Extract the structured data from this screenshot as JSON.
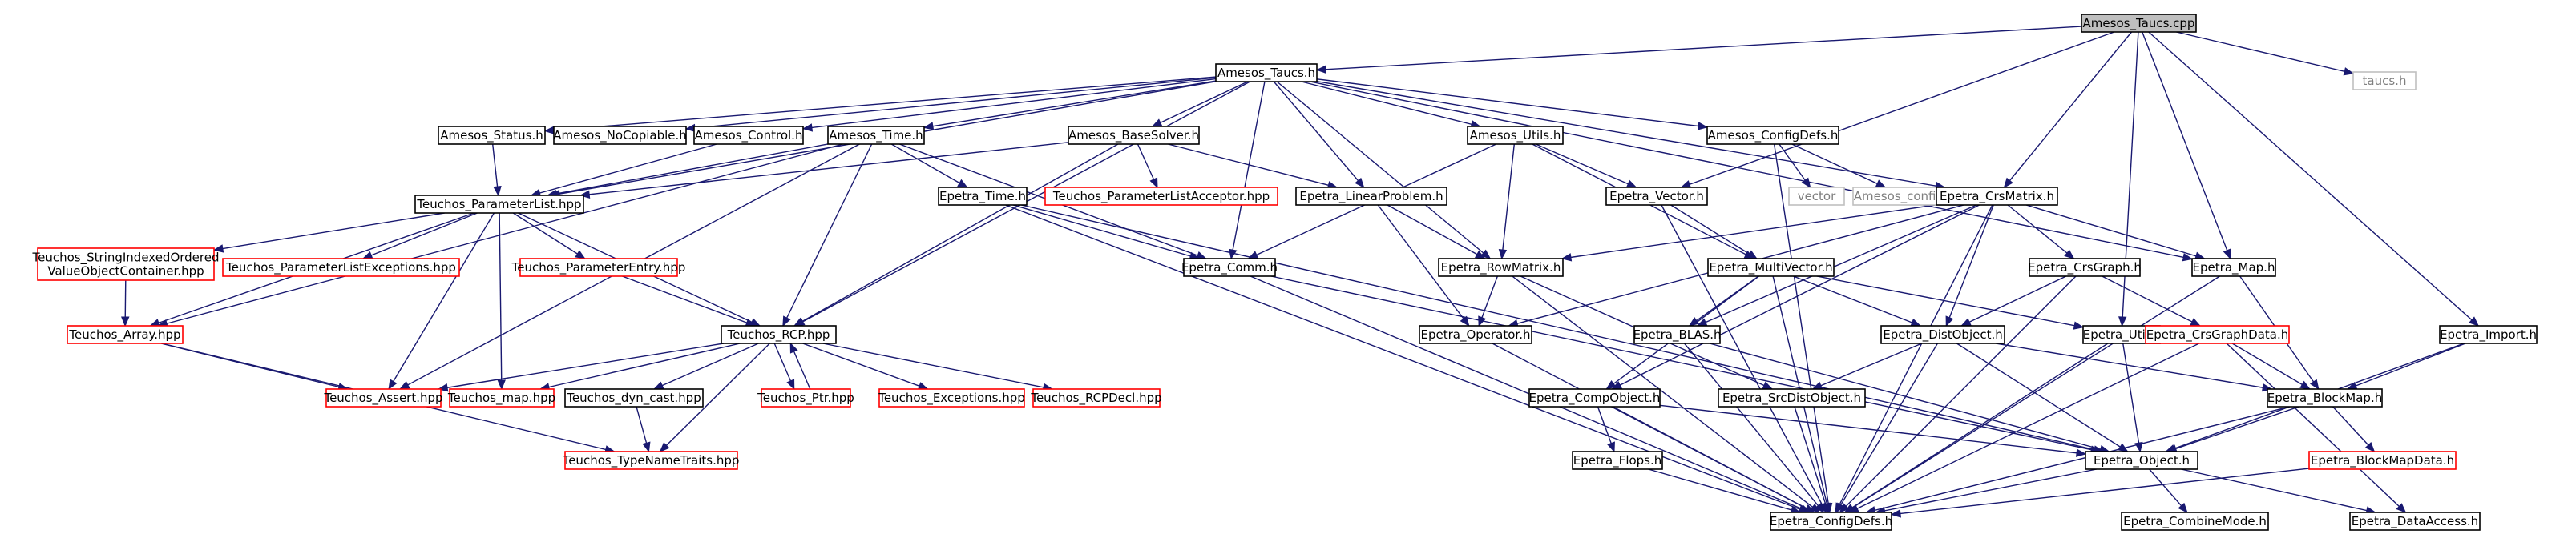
{
  "nodes": [
    {
      "id": "root",
      "style": "root",
      "lines": [
        "Amesos_Taucs.cpp"
      ]
    },
    {
      "id": "amesos_taucs_h",
      "style": "black",
      "lines": [
        "Amesos_Taucs.h"
      ]
    },
    {
      "id": "taucs_h",
      "style": "gray",
      "lines": [
        "taucs.h"
      ]
    },
    {
      "id": "amesos_status",
      "style": "black",
      "lines": [
        "Amesos_Status.h"
      ]
    },
    {
      "id": "amesos_nocopiable",
      "style": "black",
      "lines": [
        "Amesos_NoCopiable.h"
      ]
    },
    {
      "id": "amesos_control",
      "style": "black",
      "lines": [
        "Amesos_Control.h"
      ]
    },
    {
      "id": "amesos_time",
      "style": "black",
      "lines": [
        "Amesos_Time.h"
      ]
    },
    {
      "id": "amesos_basesolver",
      "style": "black",
      "lines": [
        "Amesos_BaseSolver.h"
      ]
    },
    {
      "id": "amesos_utils",
      "style": "black",
      "lines": [
        "Amesos_Utils.h"
      ]
    },
    {
      "id": "amesos_configdefs",
      "style": "black",
      "lines": [
        "Amesos_ConfigDefs.h"
      ]
    },
    {
      "id": "teuchos_parameterlist",
      "style": "black",
      "lines": [
        "Teuchos_ParameterList.hpp"
      ]
    },
    {
      "id": "epetra_time",
      "style": "black",
      "lines": [
        "Epetra_Time.h"
      ]
    },
    {
      "id": "teuchos_placceptor",
      "style": "red",
      "lines": [
        "Teuchos_ParameterListAcceptor.hpp"
      ]
    },
    {
      "id": "epetra_linearproblem",
      "style": "black",
      "lines": [
        "Epetra_LinearProblem.h"
      ]
    },
    {
      "id": "epetra_vector",
      "style": "black",
      "lines": [
        "Epetra_Vector.h"
      ]
    },
    {
      "id": "vector",
      "style": "gray",
      "lines": [
        "vector"
      ]
    },
    {
      "id": "amesos_config",
      "style": "gray",
      "lines": [
        "Amesos_config.h"
      ]
    },
    {
      "id": "epetra_crsmatrix",
      "style": "black",
      "lines": [
        "Epetra_CrsMatrix.h"
      ]
    },
    {
      "id": "teuchos_sivoc",
      "style": "red",
      "lines": [
        "Teuchos_StringIndexedOrdered",
        "ValueObjectContainer.hpp"
      ]
    },
    {
      "id": "teuchos_plexceptions",
      "style": "red",
      "lines": [
        "Teuchos_ParameterListExceptions.hpp"
      ]
    },
    {
      "id": "teuchos_parameterentry",
      "style": "red",
      "lines": [
        "Teuchos_ParameterEntry.hpp"
      ]
    },
    {
      "id": "epetra_comm",
      "style": "black",
      "lines": [
        "Epetra_Comm.h"
      ]
    },
    {
      "id": "epetra_rowmatrix",
      "style": "black",
      "lines": [
        "Epetra_RowMatrix.h"
      ]
    },
    {
      "id": "epetra_multivector",
      "style": "black",
      "lines": [
        "Epetra_MultiVector.h"
      ]
    },
    {
      "id": "epetra_crsgraph",
      "style": "black",
      "lines": [
        "Epetra_CrsGraph.h"
      ]
    },
    {
      "id": "epetra_map",
      "style": "black",
      "lines": [
        "Epetra_Map.h"
      ]
    },
    {
      "id": "teuchos_array",
      "style": "red",
      "lines": [
        "Teuchos_Array.hpp"
      ]
    },
    {
      "id": "teuchos_rcp",
      "style": "black",
      "lines": [
        "Teuchos_RCP.hpp"
      ]
    },
    {
      "id": "epetra_operator",
      "style": "black",
      "lines": [
        "Epetra_Operator.h"
      ]
    },
    {
      "id": "epetra_blas",
      "style": "black",
      "lines": [
        "Epetra_BLAS.h"
      ]
    },
    {
      "id": "epetra_distobject",
      "style": "black",
      "lines": [
        "Epetra_DistObject.h"
      ]
    },
    {
      "id": "epetra_util",
      "style": "black",
      "lines": [
        "Epetra_Util.h"
      ]
    },
    {
      "id": "epetra_crsgraphdata",
      "style": "red",
      "lines": [
        "Epetra_CrsGraphData.h"
      ]
    },
    {
      "id": "epetra_import",
      "style": "black",
      "lines": [
        "Epetra_Import.h"
      ]
    },
    {
      "id": "teuchos_assert",
      "style": "red",
      "lines": [
        "Teuchos_Assert.hpp"
      ]
    },
    {
      "id": "teuchos_map",
      "style": "red",
      "lines": [
        "Teuchos_map.hpp"
      ]
    },
    {
      "id": "teuchos_dyncast",
      "style": "black",
      "lines": [
        "Teuchos_dyn_cast.hpp"
      ]
    },
    {
      "id": "teuchos_ptr",
      "style": "red",
      "lines": [
        "Teuchos_Ptr.hpp"
      ]
    },
    {
      "id": "teuchos_exceptions",
      "style": "red",
      "lines": [
        "Teuchos_Exceptions.hpp"
      ]
    },
    {
      "id": "teuchos_rcpdecl",
      "style": "red",
      "lines": [
        "Teuchos_RCPDecl.hpp"
      ]
    },
    {
      "id": "epetra_compobject",
      "style": "black",
      "lines": [
        "Epetra_CompObject.h"
      ]
    },
    {
      "id": "epetra_srcdistobject",
      "style": "black",
      "lines": [
        "Epetra_SrcDistObject.h"
      ]
    },
    {
      "id": "epetra_blockmap",
      "style": "black",
      "lines": [
        "Epetra_BlockMap.h"
      ]
    },
    {
      "id": "teuchos_typenametraits",
      "style": "red",
      "lines": [
        "Teuchos_TypeNameTraits.hpp"
      ]
    },
    {
      "id": "epetra_flops",
      "style": "black",
      "lines": [
        "Epetra_Flops.h"
      ]
    },
    {
      "id": "epetra_object",
      "style": "black",
      "lines": [
        "Epetra_Object.h"
      ]
    },
    {
      "id": "epetra_blockmapdata",
      "style": "red",
      "lines": [
        "Epetra_BlockMapData.h"
      ]
    },
    {
      "id": "epetra_configdefs",
      "style": "black",
      "lines": [
        "Epetra_ConfigDefs.h"
      ]
    },
    {
      "id": "epetra_combinemode",
      "style": "black",
      "lines": [
        "Epetra_CombineMode.h"
      ]
    },
    {
      "id": "epetra_dataaccess",
      "style": "black",
      "lines": [
        "Epetra_DataAccess.h"
      ]
    }
  ],
  "edges": [
    [
      "root",
      "amesos_taucs_h"
    ],
    [
      "root",
      "taucs_h"
    ],
    [
      "root",
      "epetra_vector"
    ],
    [
      "root",
      "epetra_crsmatrix"
    ],
    [
      "root",
      "epetra_map"
    ],
    [
      "root",
      "epetra_util"
    ],
    [
      "root",
      "epetra_import"
    ],
    [
      "amesos_taucs_h",
      "amesos_status"
    ],
    [
      "amesos_taucs_h",
      "amesos_nocopiable"
    ],
    [
      "amesos_taucs_h",
      "amesos_control"
    ],
    [
      "amesos_taucs_h",
      "amesos_time"
    ],
    [
      "amesos_taucs_h",
      "amesos_basesolver"
    ],
    [
      "amesos_taucs_h",
      "amesos_utils"
    ],
    [
      "amesos_taucs_h",
      "amesos_configdefs"
    ],
    [
      "amesos_taucs_h",
      "teuchos_parameterlist"
    ],
    [
      "amesos_taucs_h",
      "teuchos_rcp"
    ],
    [
      "amesos_taucs_h",
      "epetra_linearproblem"
    ],
    [
      "amesos_taucs_h",
      "epetra_comm"
    ],
    [
      "amesos_taucs_h",
      "epetra_rowmatrix"
    ],
    [
      "amesos_taucs_h",
      "epetra_crsmatrix"
    ],
    [
      "amesos_taucs_h",
      "epetra_map"
    ],
    [
      "amesos_status",
      "teuchos_parameterlist"
    ],
    [
      "amesos_control",
      "teuchos_parameterlist"
    ],
    [
      "amesos_time",
      "teuchos_parameterlist"
    ],
    [
      "amesos_time",
      "epetra_time"
    ],
    [
      "amesos_time",
      "teuchos_rcp"
    ],
    [
      "amesos_time",
      "epetra_comm"
    ],
    [
      "amesos_time",
      "teuchos_assert"
    ],
    [
      "amesos_time",
      "teuchos_array"
    ],
    [
      "amesos_basesolver",
      "teuchos_parameterlist"
    ],
    [
      "amesos_basesolver",
      "teuchos_placceptor"
    ],
    [
      "amesos_basesolver",
      "epetra_linearproblem"
    ],
    [
      "amesos_basesolver",
      "teuchos_rcp"
    ],
    [
      "amesos_utils",
      "epetra_vector"
    ],
    [
      "amesos_utils",
      "epetra_rowmatrix"
    ],
    [
      "amesos_utils",
      "epetra_comm"
    ],
    [
      "amesos_utils",
      "epetra_multivector"
    ],
    [
      "amesos_configdefs",
      "vector"
    ],
    [
      "amesos_configdefs",
      "amesos_config"
    ],
    [
      "amesos_configdefs",
      "epetra_configdefs"
    ],
    [
      "teuchos_parameterlist",
      "teuchos_sivoc"
    ],
    [
      "teuchos_parameterlist",
      "teuchos_plexceptions"
    ],
    [
      "teuchos_parameterlist",
      "teuchos_parameterentry"
    ],
    [
      "teuchos_parameterlist",
      "teuchos_rcp"
    ],
    [
      "teuchos_parameterlist",
      "teuchos_assert"
    ],
    [
      "teuchos_parameterlist",
      "teuchos_map"
    ],
    [
      "teuchos_parameterlist",
      "teuchos_array"
    ],
    [
      "epetra_time",
      "epetra_comm"
    ],
    [
      "epetra_time",
      "epetra_object"
    ],
    [
      "epetra_time",
      "epetra_configdefs"
    ],
    [
      "epetra_linearproblem",
      "epetra_rowmatrix"
    ],
    [
      "epetra_linearproblem",
      "epetra_operator"
    ],
    [
      "epetra_vector",
      "epetra_multivector"
    ],
    [
      "epetra_vector",
      "epetra_configdefs"
    ],
    [
      "epetra_crsmatrix",
      "epetra_crsgraph"
    ],
    [
      "epetra_crsmatrix",
      "epetra_map"
    ],
    [
      "epetra_crsmatrix",
      "epetra_rowmatrix"
    ],
    [
      "epetra_crsmatrix",
      "epetra_distobject"
    ],
    [
      "epetra_crsmatrix",
      "epetra_blas"
    ],
    [
      "epetra_crsmatrix",
      "epetra_compobject"
    ],
    [
      "epetra_crsmatrix",
      "epetra_operator"
    ],
    [
      "epetra_crsmatrix",
      "epetra_configdefs"
    ],
    [
      "teuchos_sivoc",
      "teuchos_array"
    ],
    [
      "teuchos_parameterentry",
      "teuchos_rcp"
    ],
    [
      "epetra_comm",
      "epetra_object"
    ],
    [
      "epetra_comm",
      "epetra_configdefs"
    ],
    [
      "epetra_rowmatrix",
      "epetra_operator"
    ],
    [
      "epetra_rowmatrix",
      "epetra_srcdistobject"
    ],
    [
      "epetra_rowmatrix",
      "epetra_configdefs"
    ],
    [
      "epetra_multivector",
      "epetra_distobject"
    ],
    [
      "epetra_multivector",
      "epetra_compobject"
    ],
    [
      "epetra_multivector",
      "epetra_blas"
    ],
    [
      "epetra_multivector",
      "epetra_util"
    ],
    [
      "epetra_multivector",
      "epetra_configdefs"
    ],
    [
      "epetra_crsgraph",
      "epetra_distobject"
    ],
    [
      "epetra_crsgraph",
      "epetra_crsgraphdata"
    ],
    [
      "epetra_crsgraph",
      "epetra_configdefs"
    ],
    [
      "epetra_map",
      "epetra_blockmap"
    ],
    [
      "epetra_map",
      "epetra_configdefs"
    ],
    [
      "teuchos_array",
      "teuchos_assert"
    ],
    [
      "teuchos_array",
      "teuchos_typenametraits"
    ],
    [
      "teuchos_rcp",
      "teuchos_assert"
    ],
    [
      "teuchos_rcp",
      "teuchos_map"
    ],
    [
      "teuchos_rcp",
      "teuchos_dyncast"
    ],
    [
      "teuchos_rcp",
      "teuchos_ptr"
    ],
    [
      "teuchos_rcp",
      "teuchos_exceptions"
    ],
    [
      "teuchos_rcp",
      "teuchos_rcpdecl"
    ],
    [
      "teuchos_rcp",
      "teuchos_typenametraits"
    ],
    [
      "teuchos_ptr",
      "teuchos_rcp"
    ],
    [
      "epetra_operator",
      "epetra_configdefs"
    ],
    [
      "epetra_blas",
      "epetra_object"
    ],
    [
      "epetra_blas",
      "epetra_configdefs"
    ],
    [
      "epetra_distobject",
      "epetra_srcdistobject"
    ],
    [
      "epetra_distobject",
      "epetra_blockmap"
    ],
    [
      "epetra_distobject",
      "epetra_object"
    ],
    [
      "epetra_distobject",
      "epetra_configdefs"
    ],
    [
      "epetra_util",
      "epetra_object"
    ],
    [
      "epetra_util",
      "epetra_configdefs"
    ],
    [
      "epetra_crsgraphdata",
      "epetra_blockmap"
    ],
    [
      "epetra_crsgraphdata",
      "epetra_dataaccess"
    ],
    [
      "epetra_crsgraphdata",
      "epetra_configdefs"
    ],
    [
      "epetra_import",
      "epetra_blockmap"
    ],
    [
      "epetra_import",
      "epetra_object"
    ],
    [
      "teuchos_dyncast",
      "teuchos_typenametraits"
    ],
    [
      "epetra_compobject",
      "epetra_flops"
    ],
    [
      "epetra_compobject",
      "epetra_object"
    ],
    [
      "epetra_compobject",
      "epetra_configdefs"
    ],
    [
      "epetra_srcdistobject",
      "epetra_configdefs"
    ],
    [
      "epetra_blockmap",
      "epetra_object"
    ],
    [
      "epetra_blockmap",
      "epetra_blockmapdata"
    ],
    [
      "epetra_blockmap",
      "epetra_configdefs"
    ],
    [
      "epetra_flops",
      "epetra_configdefs"
    ],
    [
      "epetra_object",
      "epetra_configdefs"
    ],
    [
      "epetra_object",
      "epetra_combinemode"
    ],
    [
      "epetra_object",
      "epetra_dataaccess"
    ],
    [
      "epetra_blockmapdata",
      "epetra_configdefs"
    ]
  ]
}
